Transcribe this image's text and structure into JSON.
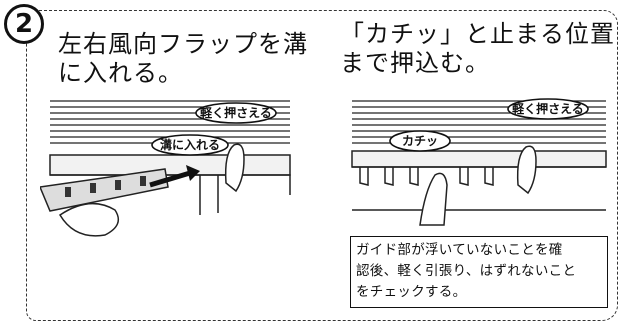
{
  "step": {
    "number": "2"
  },
  "left": {
    "heading_lines": [
      "左右風向フラップを溝",
      "に入れる。"
    ],
    "label_press": "軽く押さえる",
    "label_insert": "溝に入れる"
  },
  "right": {
    "heading_lines": [
      "「カチッ」と止まる位置",
      "まで押込む。"
    ],
    "label_press": "軽く押さえる",
    "label_click": "カチッ",
    "note_lines": [
      "ガイド部が浮いていないことを確",
      "認後、軽く引張り、はずれないこと",
      "をチェックする。"
    ]
  }
}
